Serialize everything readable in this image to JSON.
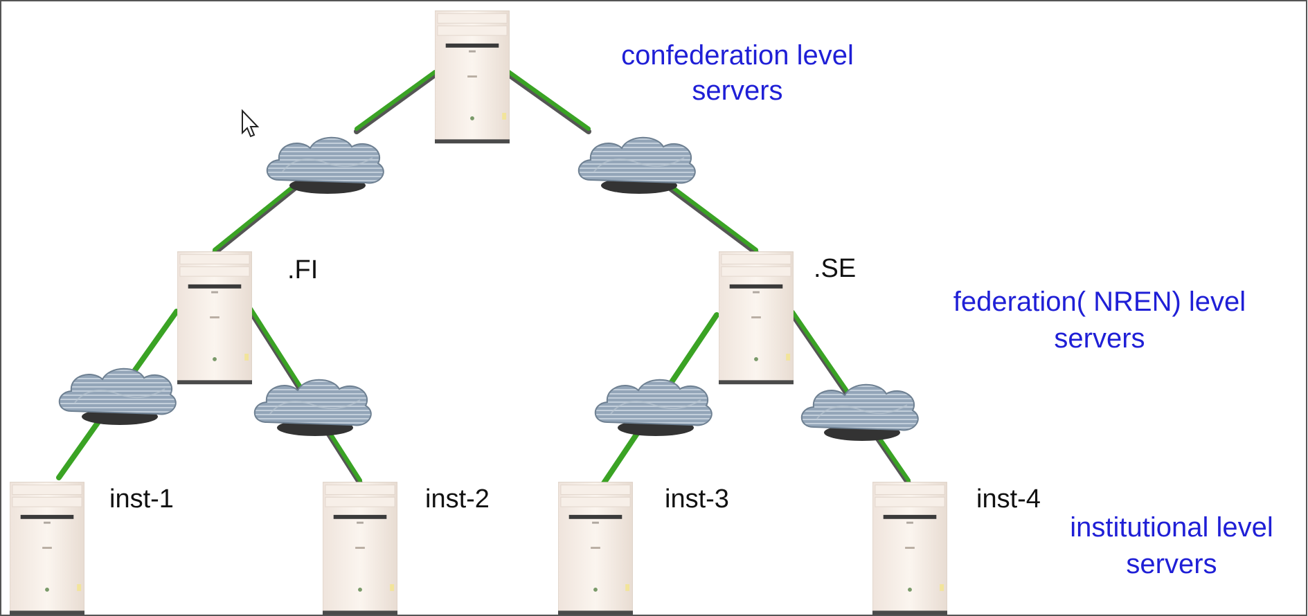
{
  "diagram": {
    "top_caption": [
      "confederation level",
      "servers"
    ],
    "mid_caption": [
      "federation( NREN) level",
      "servers"
    ],
    "bottom_caption": [
      "institutional level",
      "servers"
    ],
    "node_labels": {
      "fi": ".FI",
      "se": ".SE",
      "inst1": "inst-1",
      "inst2": "inst-2",
      "inst3": "inst-3",
      "inst4": "inst-4"
    },
    "colors": {
      "link_green": "#3aa324",
      "link_dark": "#555555",
      "caption_blue": "#1f1fd6",
      "cloud": "#8fa1b3"
    },
    "icons": [
      "server-icon",
      "network-cloud-icon",
      "mouse-cursor-icon"
    ]
  }
}
